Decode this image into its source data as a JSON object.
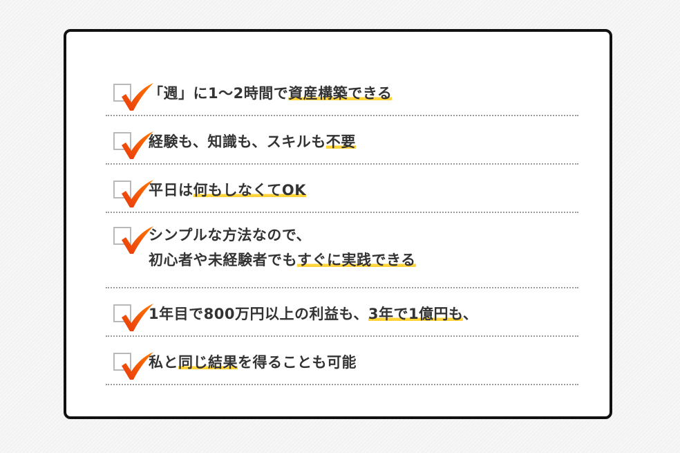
{
  "colors": {
    "background": "#f3f3f3",
    "card_background": "#ffffff",
    "card_border": "#111111",
    "text": "#333333",
    "highlight": "#ffd43a",
    "check_orange": "#ff7a00",
    "check_red": "#e8380d",
    "checkbox_border": "#b9b9b9",
    "divider": "#9a9a9a"
  },
  "icons": {
    "checkbox": "checkbox-icon",
    "checkmark": "orange-checkmark-icon"
  },
  "items": [
    {
      "lines": [
        [
          {
            "text": "「週」に1〜2時間で",
            "highlight": false
          },
          {
            "text": "資産構築できる",
            "highlight": true
          }
        ]
      ]
    },
    {
      "lines": [
        [
          {
            "text": "経験も、知識も、スキルも",
            "highlight": false
          },
          {
            "text": "不要",
            "highlight": true
          }
        ]
      ]
    },
    {
      "lines": [
        [
          {
            "text": "平日は",
            "highlight": false
          },
          {
            "text": "何もしなくてOK",
            "highlight": true
          }
        ]
      ]
    },
    {
      "lines": [
        [
          {
            "text": "シンプルな方法なので、",
            "highlight": false
          }
        ],
        [
          {
            "text": "初心者や未経験者でも",
            "highlight": false
          },
          {
            "text": "すぐに実践できる",
            "highlight": true
          }
        ]
      ]
    },
    {
      "lines": [
        [
          {
            "text": "1年目で800万円以上の利益も、",
            "highlight": false
          },
          {
            "text": "3年で1億円も",
            "highlight": true
          },
          {
            "text": "、",
            "highlight": false
          }
        ]
      ]
    },
    {
      "lines": [
        [
          {
            "text": "私と",
            "highlight": false
          },
          {
            "text": "同じ結果",
            "highlight": true
          },
          {
            "text": "を得ることも可能",
            "highlight": false
          }
        ]
      ]
    }
  ]
}
